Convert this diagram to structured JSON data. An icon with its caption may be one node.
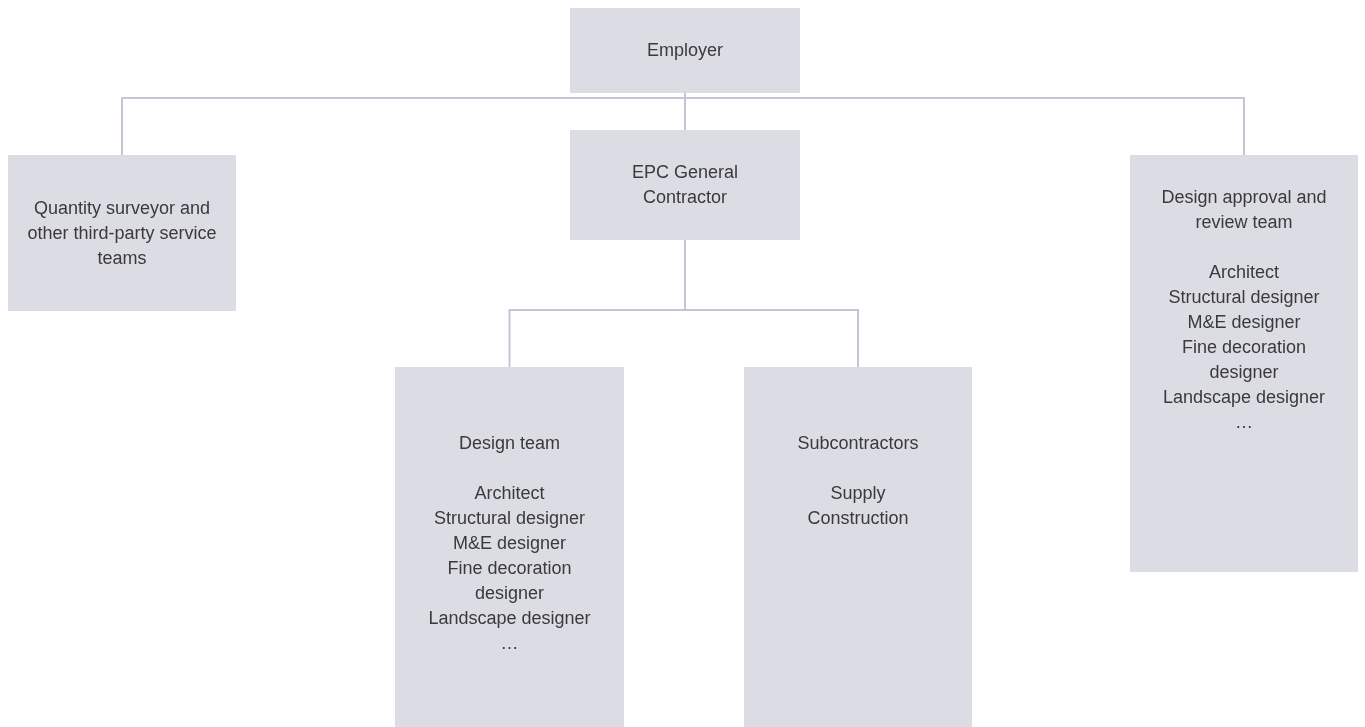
{
  "diagram": {
    "nodes": [
      {
        "text": [
          "Employer"
        ]
      },
      {
        "text": [
          "Quantity surveyor and other third-party service teams"
        ]
      },
      {
        "text": [
          "EPC General Contractor"
        ]
      },
      {
        "text": [
          "Design approval and review team",
          "Architect",
          "Structural designer",
          "M&E designer",
          "Fine decoration designer",
          "Landscape designer",
          "…"
        ]
      },
      {
        "text": [
          "Design team",
          "Architect",
          "Structural designer",
          "M&E designer",
          "Fine decoration designer",
          "Landscape designer",
          "…"
        ]
      },
      {
        "text": [
          "Subcontractors",
          "Supply",
          "Construction"
        ]
      }
    ],
    "edges": [
      {
        "from": 0,
        "to": 1,
        "arrow": "none"
      },
      {
        "from": 0,
        "to": 2,
        "arrow": "none"
      },
      {
        "from": 0,
        "to": 3,
        "arrow": "none"
      },
      {
        "from": 2,
        "to": 4,
        "arrow": "none"
      },
      {
        "from": 2,
        "to": 5,
        "arrow": "none"
      }
    ]
  }
}
